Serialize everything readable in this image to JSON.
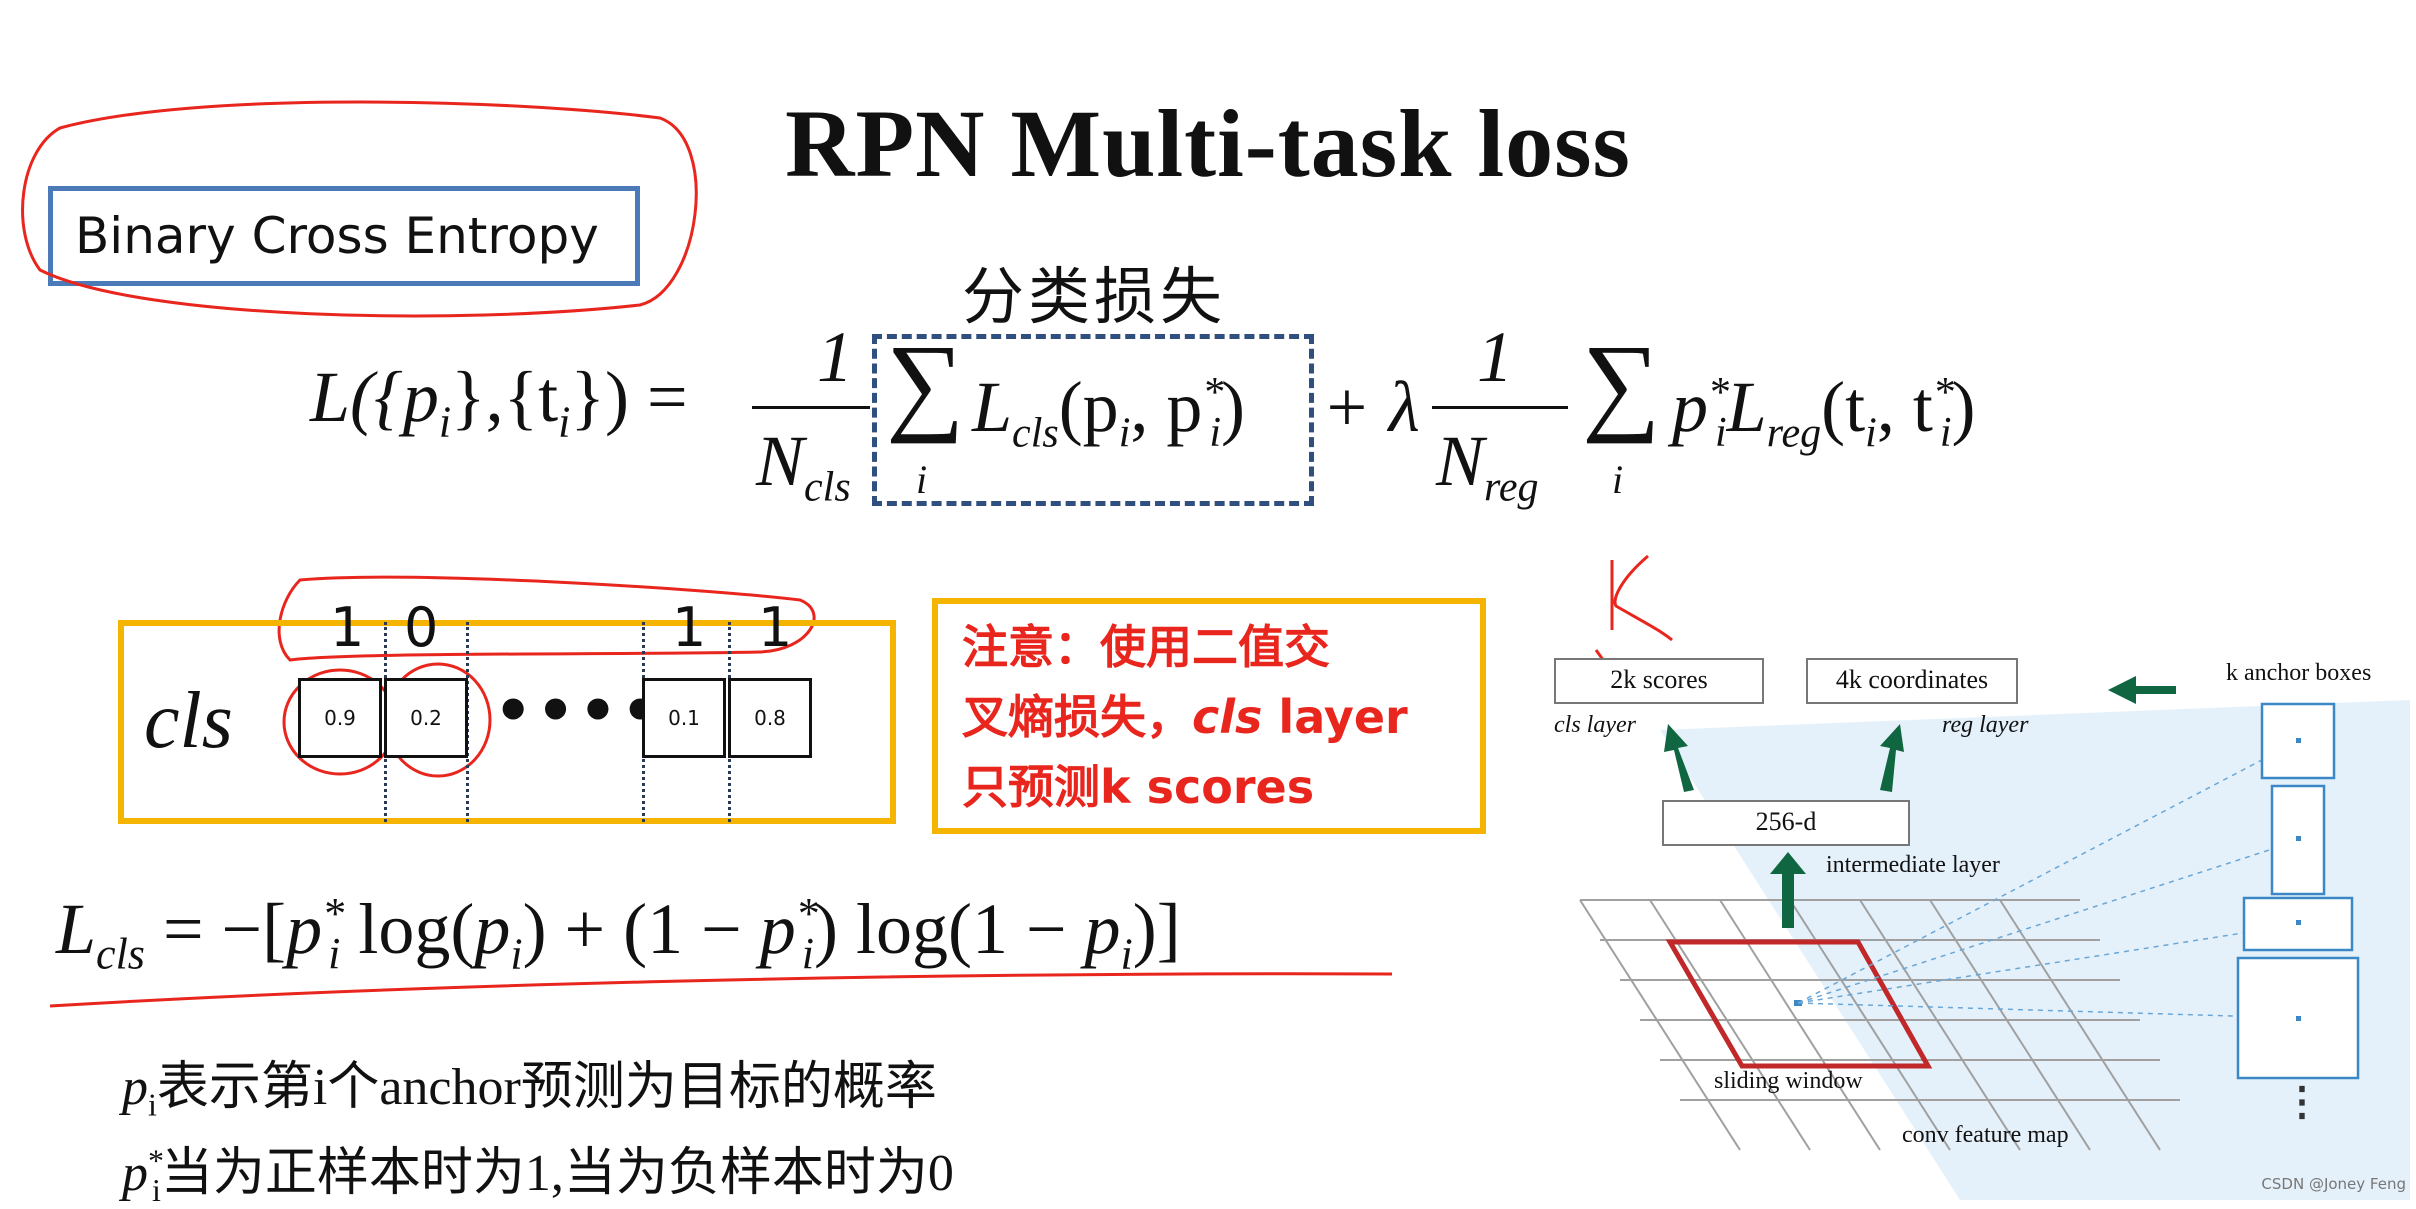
{
  "title": "RPN Multi-task loss",
  "bce_label": "Binary Cross Entropy",
  "annotation_cn": "分类损失",
  "loss_formula": {
    "lhs": "L({p",
    "lhs_sub1": "i",
    "lhs_mid": "},{t",
    "lhs_sub2": "i",
    "lhs_end": "}) =",
    "frac1_num": "1",
    "frac1_den": "N",
    "frac1_den_sub": "cls",
    "sum1": "∑",
    "sum1_sub": "i",
    "term1": "L",
    "term1_sub": "cls",
    "term1_args": "(p",
    "term1_args_sub": "i",
    "term1_args2": ", p",
    "term1_args2_sup": "*",
    "term1_args2_sub": "i",
    "term1_close": ")",
    "plus_lambda": "+ λ",
    "frac2_num": "1",
    "frac2_den": "N",
    "frac2_den_sub": "reg",
    "sum2": "∑",
    "sum2_sub": "i",
    "term2_p": "p",
    "term2_p_sup": "*",
    "term2_p_sub": "i",
    "term2_L": "L",
    "term2_L_sub": "reg",
    "term2_args": "(t",
    "term2_args_sub": "i",
    "term2_args2": ", t",
    "term2_args2_sup": "*",
    "term2_args2_sub": "i",
    "term2_close": ")"
  },
  "cls_block": {
    "label": "cls",
    "labels_top": [
      "1",
      "0",
      "1",
      "1"
    ],
    "cells": [
      "0.9",
      "0.2",
      "0.1",
      "0.8"
    ],
    "ellipsis": "•••••"
  },
  "note": {
    "line1": "注意：使用二值交",
    "line2_a": "叉熵损失，",
    "line2_b": "cls",
    "line2_c": " layer",
    "line3": "只预测k scores"
  },
  "lcls_formula": {
    "L": "L",
    "L_sub": "cls",
    "eq": " = −[",
    "p1": "p",
    "p1_sup": "*",
    "p1_sub": "i",
    "log1": " log(",
    "p2": "p",
    "p2_sub": "i",
    "mid": ") + (1 − ",
    "p3": "p",
    "p3_sup": "*",
    "p3_sub": "i",
    "log2": ") log(1 − ",
    "p4": "p",
    "p4_sub": "i",
    "end": ")]"
  },
  "desc": {
    "line1_p": "p",
    "line1_sub": "i",
    "line1_text": "表示第i个anchor预测为目标的概率",
    "line2_p": "p",
    "line2_sup": "*",
    "line2_sub": "i",
    "line2_text": "当为正样本时为1,当为负样本时为0"
  },
  "diagram": {
    "scores": "2k scores",
    "coordinates": "4k coordinates",
    "cls_layer": "cls layer",
    "reg_layer": "reg layer",
    "anchor_boxes": "k anchor boxes",
    "d256": "256-d",
    "intermediate": "intermediate layer",
    "sliding": "sliding window",
    "conv_map": "conv feature map",
    "k_mark": "k",
    "vdots": "⋮"
  },
  "watermark": "CSDN @Joney Feng",
  "colors": {
    "red_pen": "#e8261e",
    "yellow_box": "#f5b400",
    "blue_box": "#4a7ab8",
    "dark_green": "#0f6640",
    "sliding_red": "#c0282a",
    "anchor_blue": "#3c88c6"
  }
}
